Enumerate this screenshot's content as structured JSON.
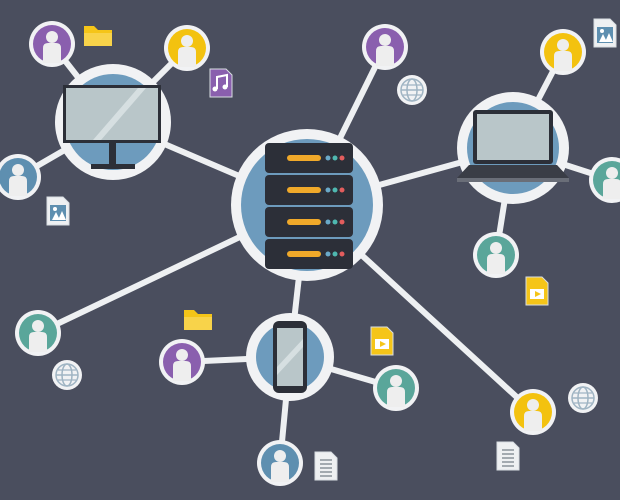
{
  "colors": {
    "background": "#4a4e5e",
    "link": "#eef0f2",
    "ring": "#f1f2f4",
    "hub_fill": "#6d9bbd",
    "server_body": "#2c2f38",
    "server_bar": "#f0a92a",
    "led_blue": "#6aa9c8",
    "led_teal": "#4fb8b0",
    "led_red": "#e35d5d",
    "screen": "#b9c6c9",
    "avatar_purple": "#8a5fae",
    "avatar_yellow": "#f3c20f",
    "avatar_blue": "#5e8fb0",
    "avatar_teal": "#5aa69a",
    "person": "#eeeeee",
    "folder": "#f5c518",
    "file_purple": "#8a5fae",
    "file_white": "#eef0f2",
    "globe": "#9fb4c3"
  },
  "hubs": [
    {
      "name": "server",
      "icon": "server-icon"
    },
    {
      "name": "desktop",
      "icon": "monitor-icon"
    },
    {
      "name": "laptop",
      "icon": "laptop-icon"
    },
    {
      "name": "phone",
      "icon": "smartphone-icon"
    }
  ],
  "users": [
    "purple",
    "yellow",
    "blue",
    "purple",
    "yellow",
    "teal",
    "teal",
    "teal",
    "purple",
    "teal",
    "yellow",
    "blue"
  ],
  "files": [
    "folder-icon",
    "music-file-icon",
    "image-file-icon",
    "image-file-icon",
    "video-file-icon",
    "folder-icon",
    "video-file-icon",
    "document-file-icon",
    "document-file-icon"
  ],
  "globes": 3
}
